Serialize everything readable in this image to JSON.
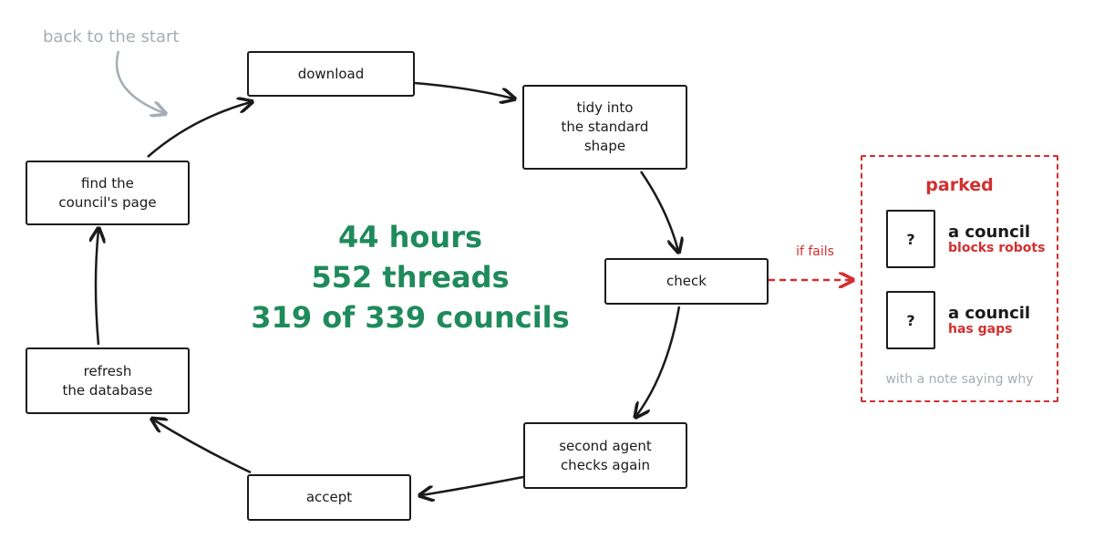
{
  "annotation": {
    "back_to_start": "back to the start"
  },
  "steps": {
    "download": {
      "label": "download"
    },
    "tidy": {
      "lines": [
        "tidy into",
        "the standard",
        "shape"
      ]
    },
    "check": {
      "label": "check"
    },
    "second_agent": {
      "lines": [
        "second agent",
        "checks again"
      ]
    },
    "accept": {
      "label": "accept"
    },
    "refresh": {
      "lines": [
        "refresh",
        "the database"
      ]
    },
    "find_page": {
      "lines": [
        "find the",
        "council's page"
      ]
    }
  },
  "stats": [
    "44 hours",
    "552 threads",
    "319 of 339 councils"
  ],
  "fail_label": "if fails",
  "parked": {
    "title": "parked",
    "items": [
      {
        "placeholder": "?",
        "title": "a council",
        "reason": "blocks robots"
      },
      {
        "placeholder": "?",
        "title": "a council",
        "reason": "has gaps"
      }
    ],
    "note": "with a note saying why"
  },
  "colors": {
    "stats_green": "#1f8a5b",
    "fail_red": "#d32f2f",
    "muted_gray": "#a6adb3",
    "ink": "#1a1a1a"
  }
}
